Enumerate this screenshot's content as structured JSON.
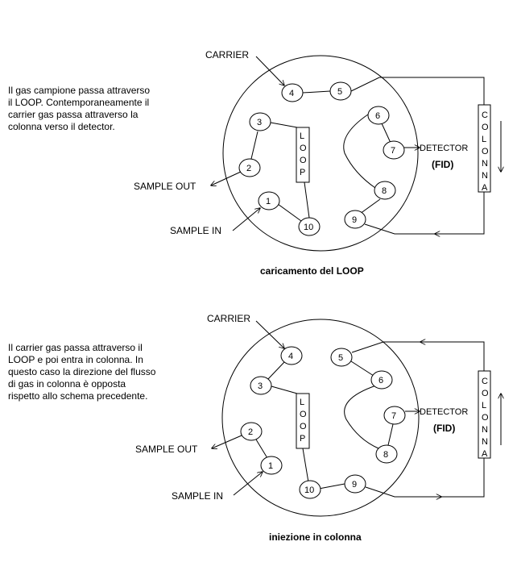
{
  "diagram1": {
    "description_lines": [
      "Il gas campione passa attraverso",
      "il LOOP. Contemporaneamente il",
      "carrier gas passa attraverso la",
      "colonna verso il detector."
    ],
    "carrier_label": "CARRIER",
    "sample_out_label": "SAMPLE OUT",
    "sample_in_label": "SAMPLE IN",
    "detector_label": "DETECTOR",
    "fid_label": "(FID)",
    "loop_letters": [
      "L",
      "O",
      "O",
      "P"
    ],
    "colonna_letters": [
      "C",
      "O",
      "L",
      "O",
      "N",
      "N",
      "A"
    ],
    "caption": "caricamento del LOOP",
    "ports": [
      "1",
      "2",
      "3",
      "4",
      "5",
      "6",
      "7",
      "8",
      "9",
      "10"
    ]
  },
  "diagram2": {
    "description_lines": [
      "Il carrier gas passa attraverso il",
      "LOOP  e poi entra in colonna. In",
      "questo caso la direzione del flusso",
      "di gas in colonna è opposta",
      "rispetto allo schema precedente."
    ],
    "carrier_label": "CARRIER",
    "sample_out_label": "SAMPLE OUT",
    "sample_in_label": "SAMPLE IN",
    "detector_label": "DETECTOR",
    "fid_label": "(FID)",
    "loop_letters": [
      "L",
      "O",
      "O",
      "P"
    ],
    "colonna_letters": [
      "C",
      "O",
      "L",
      "O",
      "N",
      "N",
      "A"
    ],
    "caption": "iniezione in colonna",
    "ports": [
      "1",
      "2",
      "3",
      "4",
      "5",
      "6",
      "7",
      "8",
      "9",
      "10"
    ]
  }
}
